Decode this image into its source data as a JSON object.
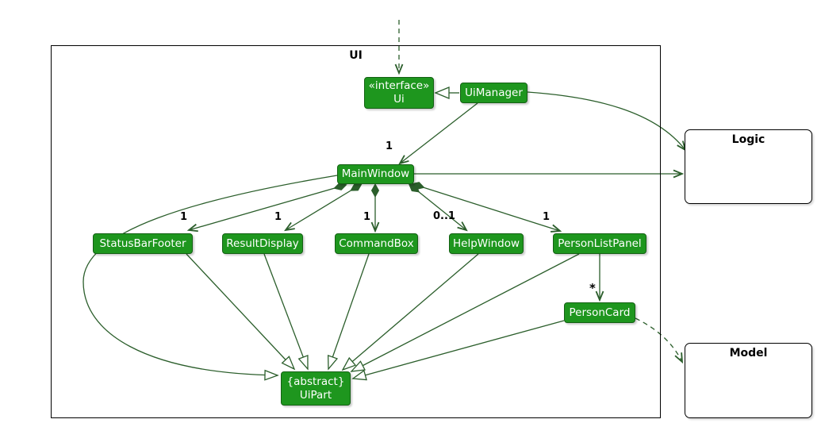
{
  "colors": {
    "node_fill": "#1E961E",
    "node_border": "#146114",
    "node_text": "#ffffff",
    "edge": "#2B5E2B",
    "frame_border": "#000000",
    "label_text": "#000000",
    "bg": "#ffffff"
  },
  "frames": {
    "ui": {
      "label": "UI"
    },
    "logic": {
      "label": "Logic"
    },
    "model": {
      "label": "Model"
    }
  },
  "nodes": {
    "ui_interface": {
      "stereotype": "«interface»",
      "label": "Ui"
    },
    "ui_manager": {
      "label": "UiManager"
    },
    "main_window": {
      "label": "MainWindow"
    },
    "status_bar_footer": {
      "label": "StatusBarFooter"
    },
    "result_display": {
      "label": "ResultDisplay"
    },
    "command_box": {
      "label": "CommandBox"
    },
    "help_window": {
      "label": "HelpWindow"
    },
    "person_list_panel": {
      "label": "PersonListPanel"
    },
    "person_card": {
      "label": "PersonCard"
    },
    "ui_part": {
      "stereotype": "{abstract}",
      "label": "UiPart"
    }
  },
  "multiplicities": {
    "main_window": "1",
    "status_bar_footer": "1",
    "result_display": "1",
    "command_box": "1",
    "help_window": "0..1",
    "person_list_panel": "1",
    "person_card": "*"
  }
}
